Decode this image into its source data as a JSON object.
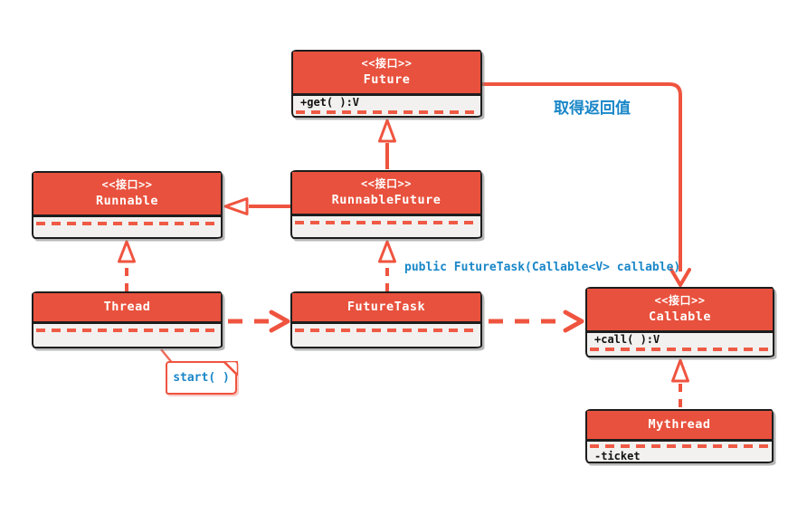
{
  "boxes": {
    "future": {
      "stereotype": "<<接口>>",
      "name": "Future",
      "member_top": "+get( ):V",
      "member_bottom": ""
    },
    "runnable": {
      "stereotype": "<<接口>>",
      "name": "Runnable",
      "member_top": "",
      "member_bottom": ""
    },
    "runnableFuture": {
      "stereotype": "<<接口>>",
      "name": "RunnableFuture",
      "member_top": "",
      "member_bottom": ""
    },
    "thread": {
      "stereotype": "",
      "name": "Thread",
      "member_top": "",
      "member_bottom": ""
    },
    "futureTask": {
      "stereotype": "",
      "name": "FutureTask",
      "member_top": "",
      "member_bottom": ""
    },
    "callable": {
      "stereotype": "<<接口>>",
      "name": "Callable",
      "member_top": "+call( ):V",
      "member_bottom": ""
    },
    "mythread": {
      "stereotype": "",
      "name": "Mythread",
      "member_top": "",
      "member_bottom": "-ticket"
    }
  },
  "labels": {
    "return_value": "取得返回值",
    "constructor_note": "public FutureTask(Callable<V> callable)",
    "start_note": "start( )"
  },
  "colors": {
    "header_red": "#e8513d",
    "line_red": "#ef543f",
    "dash_red": "#ef5a45",
    "blue_text": "#1a87c8",
    "body_gray": "#f2f1ef",
    "ink": "#1d1d1d"
  }
}
